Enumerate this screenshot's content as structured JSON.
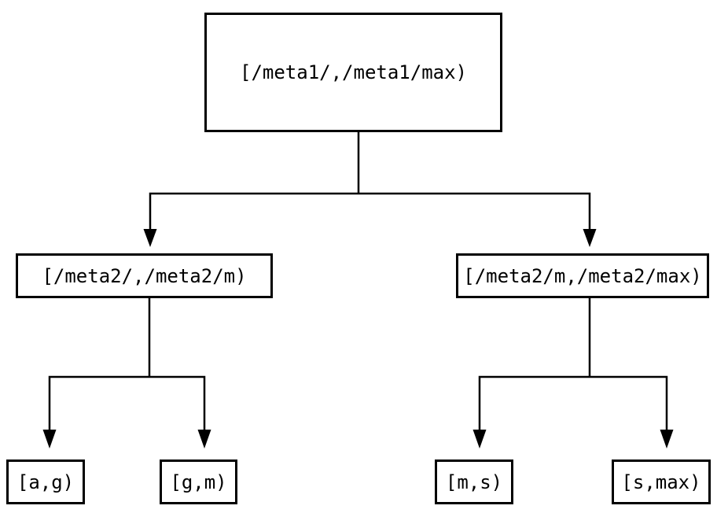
{
  "colors": {
    "background": "#ffffff",
    "line": "#000000",
    "text": "#000000"
  },
  "nodes": {
    "root": {
      "label": "[/meta1/,/meta1/max)"
    },
    "mid_left": {
      "label": "[/meta2/,/meta2/m)"
    },
    "mid_right": {
      "label": "[/meta2/m,/meta2/max)"
    },
    "leaf_1": {
      "label": "[a,g)"
    },
    "leaf_2": {
      "label": "[g,m)"
    },
    "leaf_3": {
      "label": "[m,s)"
    },
    "leaf_4": {
      "label": "[s,max)"
    }
  },
  "edges": [
    {
      "from": "root",
      "to": "mid_left"
    },
    {
      "from": "root",
      "to": "mid_right"
    },
    {
      "from": "mid_left",
      "to": "leaf_1"
    },
    {
      "from": "mid_left",
      "to": "leaf_2"
    },
    {
      "from": "mid_right",
      "to": "leaf_3"
    },
    {
      "from": "mid_right",
      "to": "leaf_4"
    }
  ]
}
